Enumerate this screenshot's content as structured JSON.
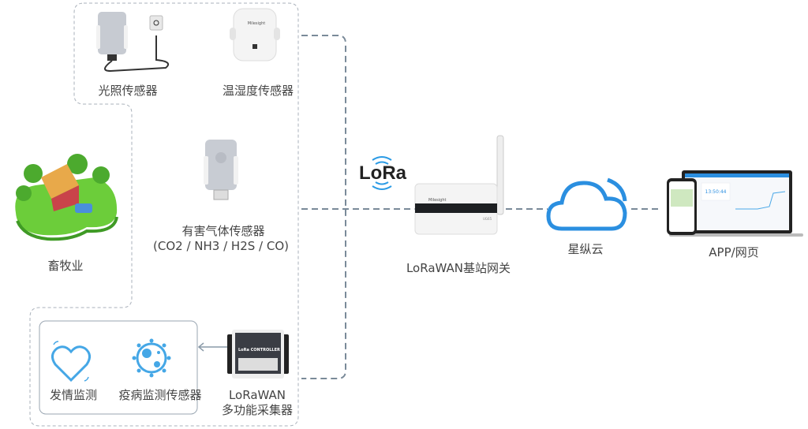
{
  "sensors": {
    "light": "光照传感器",
    "temp_humidity": "温湿度传感器",
    "harmful_gas": "有害气体传感器",
    "gas_types": "(CO2 / NH3 / H2S / CO)"
  },
  "scene": {
    "livestock": "畜牧业"
  },
  "monitoring": {
    "estrus": "发情监测",
    "disease": "疫病监测传感器"
  },
  "controller": {
    "line1": "LoRaWAN",
    "line2": "多功能采集器",
    "device_text": "LoRa CONTROLLER"
  },
  "lora_logo": "LoRa",
  "gateway": {
    "label": "LoRaWAN基站网关",
    "brand": "Milesight",
    "model": "UG65"
  },
  "cloud": {
    "label": "星纵云"
  },
  "app": {
    "label": "APP/网页",
    "screen_value": "13:50:44"
  },
  "colors": {
    "dash": "#7a8a99",
    "accent_blue": "#2b8fe0",
    "region_border": "#aab2bb"
  }
}
